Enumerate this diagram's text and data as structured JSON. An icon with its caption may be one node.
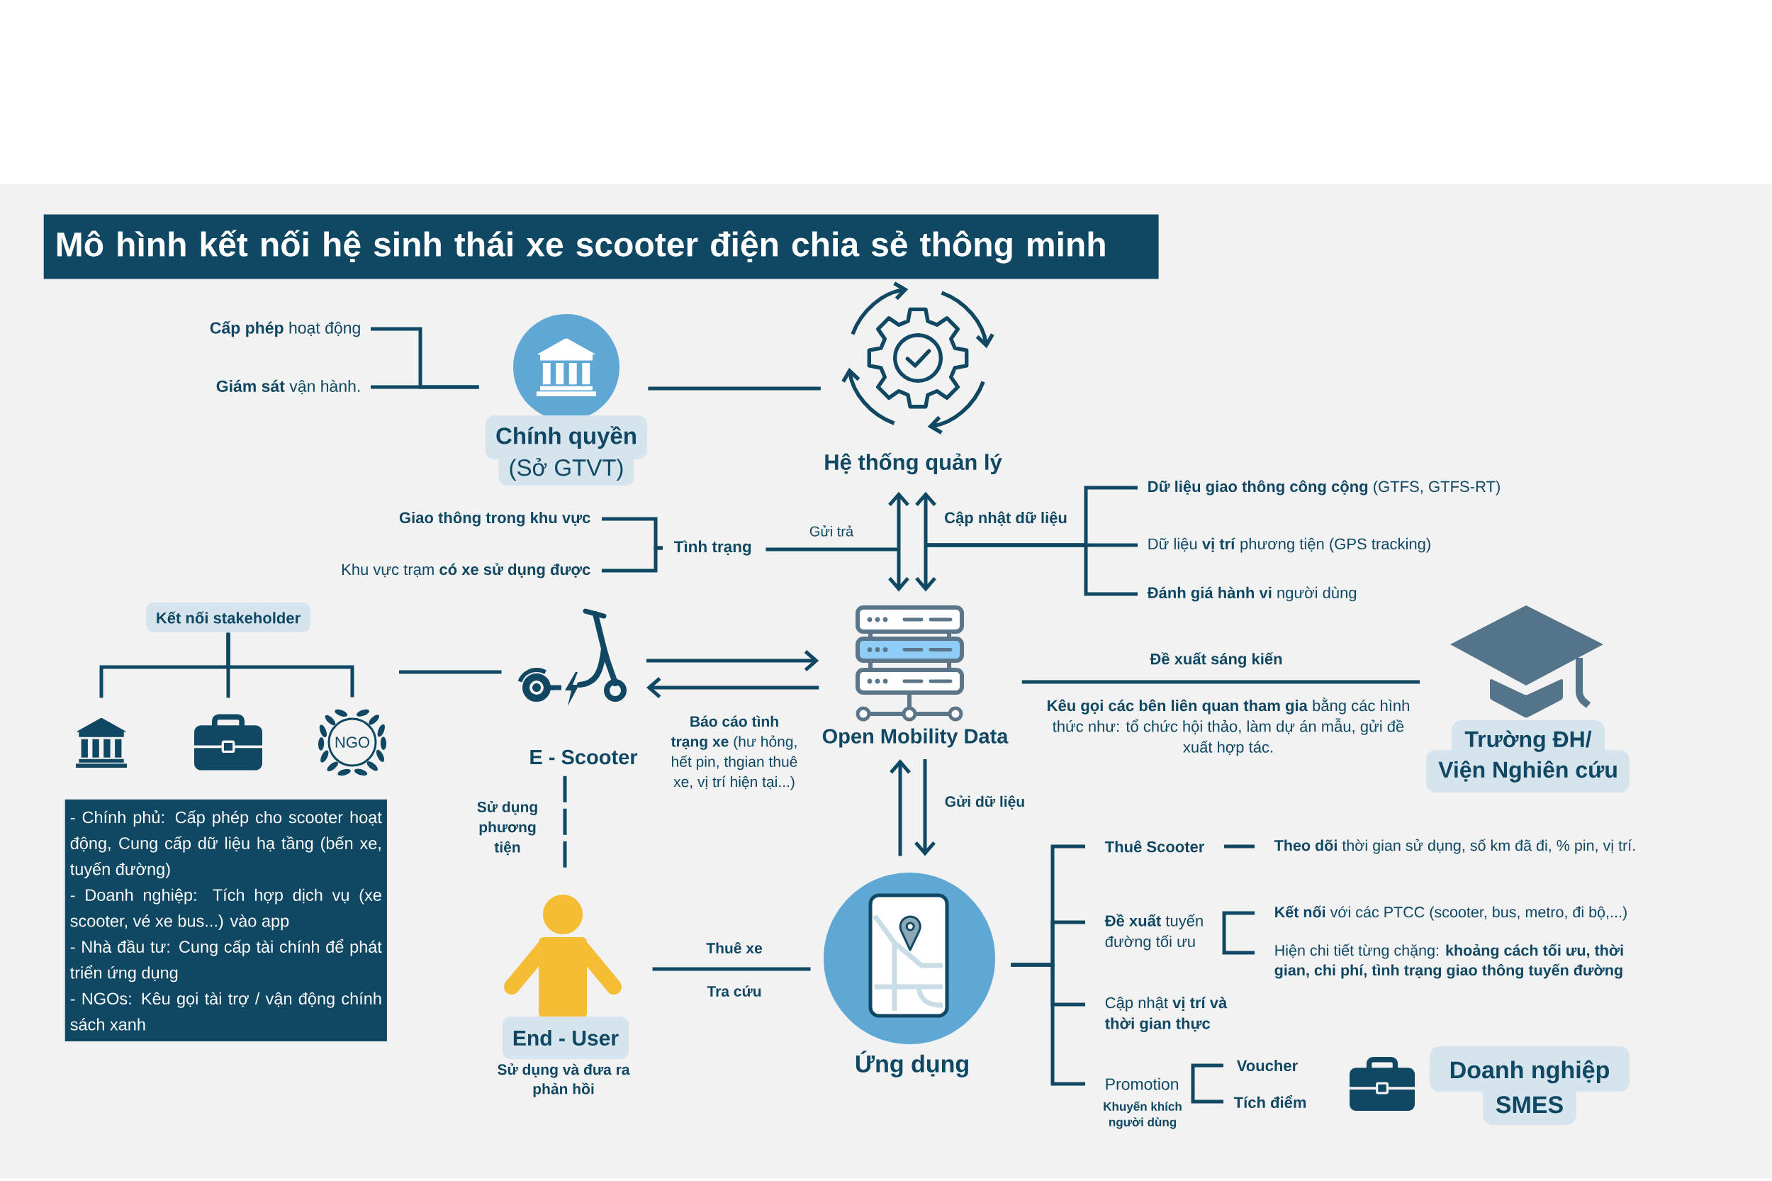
{
  "diagram": {
    "title": "Mô hình kết nối hệ sinh thái xe scooter điện chia sẻ thông minh",
    "nodes": [
      {
        "text": [
          "**Cấp phép** hoạt động"
        ]
      },
      {
        "text": [
          "**Giám sát** vận hành."
        ]
      },
      {
        "text": [
          "Chính quyền",
          "(Sở GTVT)"
        ]
      },
      {
        "text": [
          "Hệ thống quản lý"
        ]
      },
      {
        "text": [
          "Giao thông trong khu vực"
        ]
      },
      {
        "text": [
          "Khu vực trạm **có xe sử dụng được**"
        ]
      },
      {
        "text": [
          "Tình trạng"
        ]
      },
      {
        "text": [
          "**Dữ liệu giao thông công cộng** (GTFS, GTFS-RT)"
        ]
      },
      {
        "text": [
          "Dữ liệu **vị trí** phương tiện (GPS tracking)"
        ]
      },
      {
        "text": [
          "**Đánh giá hành vi** người dùng"
        ]
      },
      {
        "text": [
          "Kết nối stakeholder"
        ]
      },
      {
        "text": [
          "E - Scooter"
        ]
      },
      {
        "text": [
          "Open Mobility Data"
        ]
      },
      {
        "text": [
          "Trường ĐH/ Viện Nghiên cứu"
        ]
      },
      {
        "text": [],
        "shape": "picture"
      },
      {
        "text": [],
        "shape": "picture"
      },
      {
        "text": [
          "NGO"
        ]
      },
      {
        "text": [
          "- Chính phủ: Cấp phép cho scooter hoạt động, Cung cấp dữ liệu hạ tầng (bến xe, tuyến đường)",
          "- Doanh nghiệp: Tích hợp dịch vụ (xe scooter, vé xe bus...) vào app",
          "- Nhà đầu tư: Cung cấp tài chính để phát triển ứng dụng",
          "- NGOs: Kêu gọi tài trợ / vận động chính sách xanh"
        ]
      },
      {
        "text": [
          "End - User"
        ],
        "beside": [
          "Sử dụng và đưa ra phản hồi"
        ]
      },
      {
        "text": [
          "Ứng dụng"
        ]
      },
      {
        "text": [
          "Thuê Scooter"
        ]
      },
      {
        "text": [
          "**Theo dõi** thời gian sử dụng, số km đã đi, % pin, vị trí."
        ]
      },
      {
        "text": [
          "**Đề xuất** tuyến đường tối ưu"
        ]
      },
      {
        "text": [
          "**Kết nối** với các PTCC (scooter, bus, metro, đi bộ,...)"
        ]
      },
      {
        "text": [
          "Hiện chi tiết từng chặng: **khoảng cách tối ưu, thời gian, chi phí, tình trạng giao thông tuyến đường**"
        ]
      },
      {
        "text": [
          "Cập nhật **vị trí và thời gian thực**"
        ]
      },
      {
        "text": [
          "Promotion"
        ],
        "beside": [
          "Khuyến khích người dùng"
        ]
      },
      {
        "text": [
          "Voucher"
        ]
      },
      {
        "text": [
          "Tích điểm"
        ]
      },
      {
        "text": [
          "Doanh nghiệp SMES"
        ]
      }
    ],
    "edges": [
      {
        "from": 0,
        "to": 2,
        "arrow": "none"
      },
      {
        "from": 1,
        "to": 2,
        "arrow": "none"
      },
      {
        "from": 2,
        "to": 3,
        "arrow": "none"
      },
      {
        "from": 4,
        "to": 6,
        "arrow": "none"
      },
      {
        "from": 5,
        "to": 6,
        "arrow": "none"
      },
      {
        "from": 6,
        "to": null,
        "arrow": "none",
        "label": "Gửi trả"
      },
      {
        "from": 3,
        "to": 12,
        "arrow": "both"
      },
      {
        "from": 3,
        "to": 12,
        "arrow": "both"
      },
      {
        "from": null,
        "to": 7,
        "arrow": "none"
      },
      {
        "from": null,
        "to": 8,
        "arrow": "none",
        "label": "Cập nhật dữ liệu"
      },
      {
        "from": null,
        "to": 9,
        "arrow": "none"
      },
      {
        "from": 10,
        "to": 14,
        "arrow": "none"
      },
      {
        "from": 10,
        "to": 15,
        "arrow": "none"
      },
      {
        "from": 10,
        "to": 16,
        "arrow": "none"
      },
      {
        "from": null,
        "to": 11,
        "arrow": "none"
      },
      {
        "from": 11,
        "to": 12,
        "arrow": "to"
      },
      {
        "from": 12,
        "to": 11,
        "arrow": "to",
        "label": "**Báo cáo tình trạng xe** (hư hỏng, hết pin, thgian thuê xe, vị trí hiện tại...)"
      },
      {
        "from": 12,
        "to": 13,
        "arrow": "none",
        "label": "Đề xuất sáng kiến"
      },
      {
        "from": 11,
        "to": 18,
        "arrow": "none",
        "style": "dashed",
        "label": "Sử dụng phương tiện"
      },
      {
        "from": 19,
        "to": 12,
        "arrow": "to"
      },
      {
        "from": 12,
        "to": 19,
        "arrow": "to",
        "label": "Gửi dữ liệu"
      },
      {
        "from": 18,
        "to": 19,
        "arrow": "none",
        "label": "Thuê xe"
      },
      {
        "from": 19,
        "to": 20,
        "arrow": "none"
      },
      {
        "from": 19,
        "to": 22,
        "arrow": "none"
      },
      {
        "from": 19,
        "to": 25,
        "arrow": "none"
      },
      {
        "from": 19,
        "to": 26,
        "arrow": "none"
      },
      {
        "from": 20,
        "to": 21,
        "arrow": "none"
      },
      {
        "from": 22,
        "to": 23,
        "arrow": "none"
      },
      {
        "from": 22,
        "to": 24,
        "arrow": "none"
      },
      {
        "from": 26,
        "to": 27,
        "arrow": "none"
      },
      {
        "from": 26,
        "to": 28,
        "arrow": "none"
      }
    ],
    "labels": [
      "**Kêu gọi các bên liên quan tham gia** bằng các hình thức như: tổ chức hội thảo, làm dự án mẫu, gửi đề xuất hợp tác.",
      "Tra cứu"
    ]
  }
}
